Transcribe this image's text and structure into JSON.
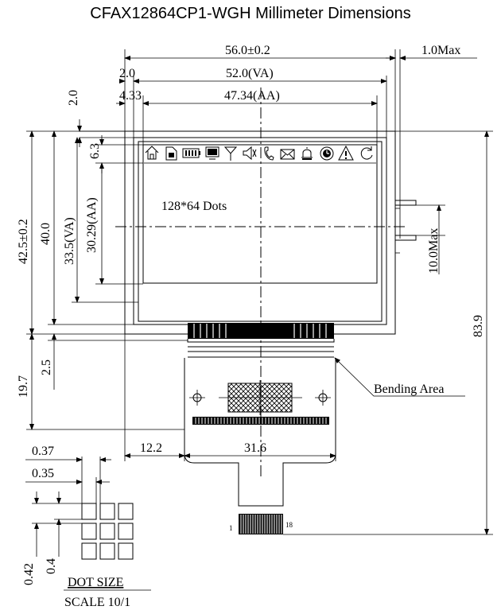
{
  "title": "CFAX12864CP1-WGH Millimeter Dimensions",
  "dims": {
    "overall_width": "56.0±0.2",
    "max_right": "1.0Max",
    "va_width": "52.0(VA)",
    "left_va": "2.0",
    "aa_width": "47.34(AA)",
    "left_aa": "4.33",
    "top_va": "2.0",
    "icon_row": "6.3",
    "overall_height": "42.5±0.2",
    "height_40": "40.0",
    "va_height": "33.5(VA)",
    "aa_height": "30.29(AA)",
    "tail_height": "19.7",
    "tail_gap": "2.5",
    "total_height": "83.9",
    "side_max": "10.0Max",
    "fpc_offset": "12.2",
    "fpc_width": "31.6"
  },
  "labels": {
    "dots": "128*64 Dots",
    "bending_area": "Bending Area",
    "pin_first": "1",
    "pin_last": "18",
    "dot_w1": "0.37",
    "dot_w2": "0.35",
    "dot_h1": "0.42",
    "dot_h2": "0.4",
    "dot_size": "DOT SIZE",
    "scale": "SCALE 10/1"
  },
  "icons": [
    "home-icon",
    "sim-card-icon",
    "battery-icon",
    "monitor-icon",
    "antenna-icon",
    "speaker-icon",
    "phone-icon",
    "envelope-icon",
    "alarm-bell-icon",
    "clock-icon",
    "warning-icon",
    "refresh-icon"
  ]
}
